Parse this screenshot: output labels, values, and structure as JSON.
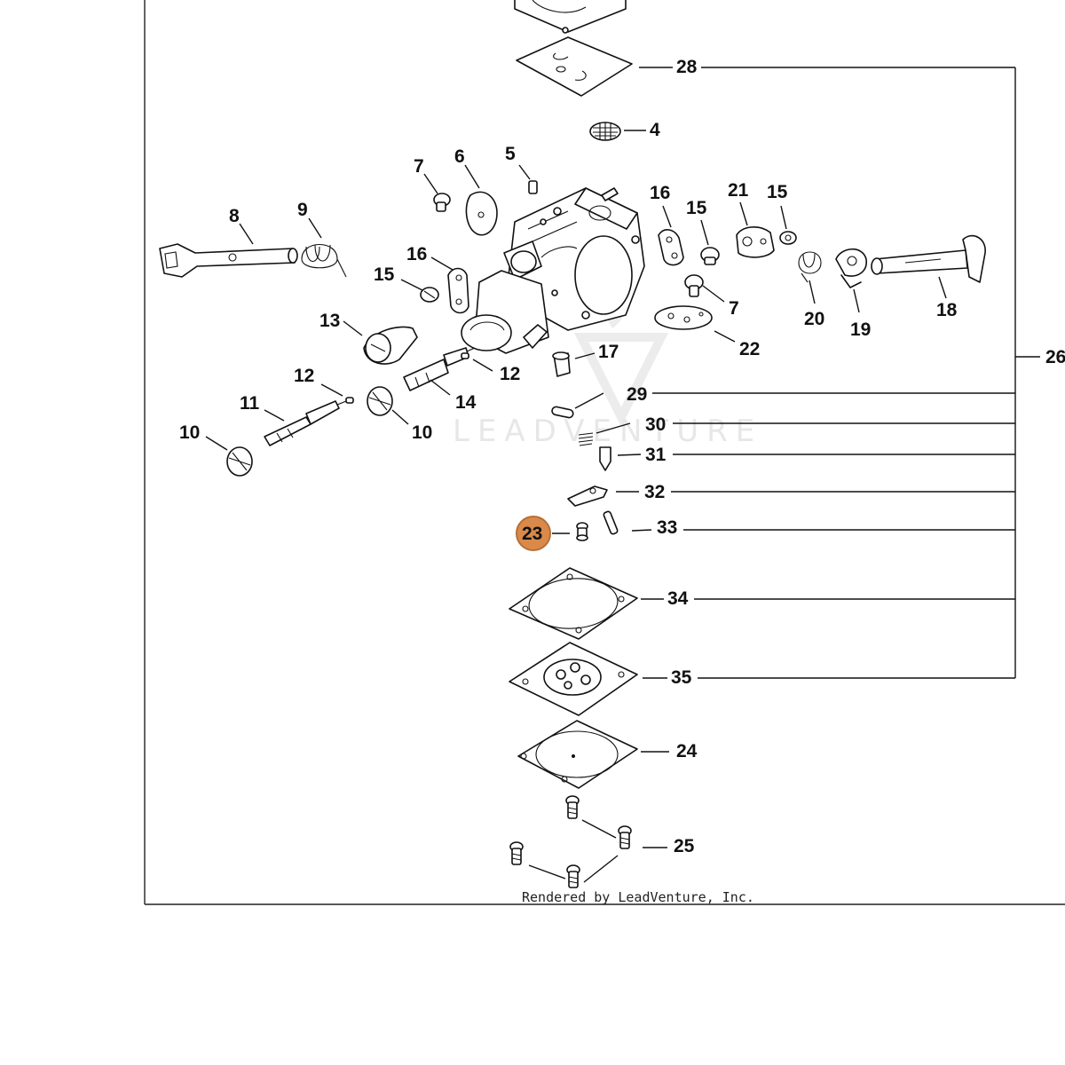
{
  "watermark": "LEADVENTURE",
  "footer": "Rendered by LeadVenture, Inc.",
  "highlight_color": "#d98a4a",
  "highlight_stroke": "#b86e35",
  "callouts": {
    "c28": "28",
    "c4": "4",
    "c5": "5",
    "c6": "6",
    "c7a": "7",
    "c8": "8",
    "c9": "9",
    "c16a": "16",
    "c15a": "15",
    "c13": "13",
    "c12a": "12",
    "c11": "11",
    "c10a": "10",
    "c14": "14",
    "c12b": "12",
    "c10b": "10",
    "c17": "17",
    "c16b": "16",
    "c15b": "15",
    "c15c": "15",
    "c21": "21",
    "c7b": "7",
    "c22": "22",
    "c20": "20",
    "c19": "19",
    "c18": "18",
    "c26": "26",
    "c29": "29",
    "c30": "30",
    "c31": "31",
    "c32": "32",
    "c33": "33",
    "c23": "23",
    "c34": "34",
    "c35": "35",
    "c24": "24",
    "c25": "25"
  }
}
